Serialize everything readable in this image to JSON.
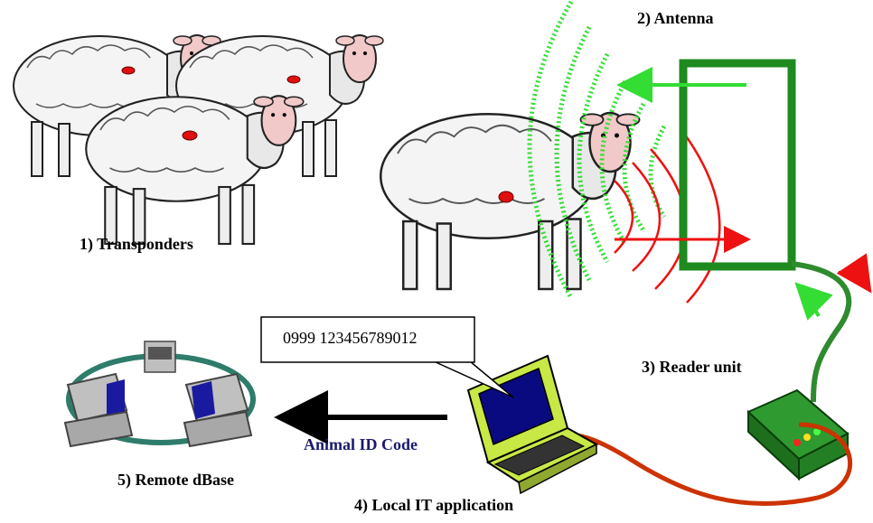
{
  "labels": {
    "transponders": "1) Transponders",
    "antenna": "2) Antenna",
    "reader_unit": "3) Reader unit",
    "local_it": "4) Local IT application",
    "remote_db": "5) Remote dBase",
    "animal_id": "Animal ID Code"
  },
  "callout": {
    "id_code": "0999 123456789012"
  },
  "colors": {
    "antenna_frame": "#1f8a1f",
    "field_green": "#33dd33",
    "signal_red": "#ee1111",
    "cable_green": "#2e8b2e",
    "cable_orange": "#cc3300",
    "label_blue": "#1a1a6e"
  }
}
